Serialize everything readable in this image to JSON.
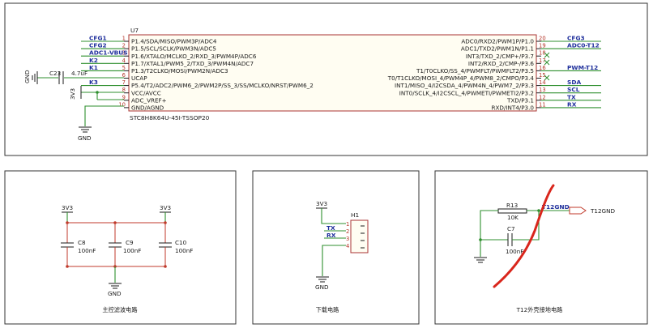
{
  "u7": {
    "ref": "U7",
    "part": "STC8H8K64U-45I-TSSOP20",
    "left_pins": [
      {
        "num": "1",
        "name": "P1.4/SDA/MISO/PWM3P/ADC4",
        "net": "CFG1"
      },
      {
        "num": "2",
        "name": "P1.5/SCL/SCLK/PWM3N/ADC5",
        "net": "CFG2"
      },
      {
        "num": "3",
        "name": "P1.6/XTALO/MCLKO_2/RXD_3/PWM4P/ADC6",
        "net": "ADC1-VBUS"
      },
      {
        "num": "4",
        "name": "P1.7/XTAL1/PWM5_2/TXD_3/PWM4N/ADC7",
        "net": "K2"
      },
      {
        "num": "5",
        "name": "P1.3/T2CLKO/MOSI/PWM2N/ADC3",
        "net": "K1"
      },
      {
        "num": "6",
        "name": "UCAP",
        "net": ""
      },
      {
        "num": "7",
        "name": "P5.4/T2/ADC2/PWM6_2/PWM2P/SS_3/SS/MCLKO/NRST/PWM6_2",
        "net": "K3"
      },
      {
        "num": "8",
        "name": "VCC/AVCC",
        "net": ""
      },
      {
        "num": "9",
        "name": "ADC_VREF+",
        "net": ""
      },
      {
        "num": "10",
        "name": "GND/AGND",
        "net": ""
      }
    ],
    "right_pins": [
      {
        "num": "20",
        "name": "ADC0/RXD2/PWM1P/P1.0",
        "net": "CFG3"
      },
      {
        "num": "19",
        "name": "ADC1/TXD2/PWM1N/P1.1",
        "net": "ADC0-T12"
      },
      {
        "num": "18",
        "name": "INT3/TXD_2/CMP+/P3.7",
        "net": ""
      },
      {
        "num": "17",
        "name": "INT2/RXD_2/CMP-/P3.6",
        "net": ""
      },
      {
        "num": "16",
        "name": "T1/T0CLKO/SS_4/PWMFLT/PWMFLT2/P3.5",
        "net": "PWM-T12"
      },
      {
        "num": "15",
        "name": "T0/T1CLKO/MOSI_4/PWM4P_4/PWM8_2/CMPO/P3.4",
        "net": ""
      },
      {
        "num": "14",
        "name": "INT1/MISO_4/I2CSDA_4/PWM4N_4/PWM7_2/P3.3",
        "net": "SDA"
      },
      {
        "num": "13",
        "name": "INT0/SCLK_4/I2CSCL_4/PWMETI/PWMETI2/P3.2",
        "net": "SCL"
      },
      {
        "num": "12",
        "name": "TXD/P3.1",
        "net": "TX"
      },
      {
        "num": "11",
        "name": "RXD/INT4/P3.0",
        "net": "RX"
      }
    ]
  },
  "top": {
    "c23_ref": "C23",
    "c23_val": "4.7uF",
    "gnd_left": "GND",
    "v33": "3V3",
    "gnd_bottom": "GND"
  },
  "panel1": {
    "title": "主控滤波电路",
    "v33_a": "3V3",
    "v33_b": "3V3",
    "caps": [
      {
        "ref": "C8",
        "val": "100nF"
      },
      {
        "ref": "C9",
        "val": "100nF"
      },
      {
        "ref": "C10",
        "val": "100nF"
      }
    ],
    "gnd": "GND"
  },
  "panel2": {
    "title": "下载电路",
    "v33": "3V3",
    "header_ref": "H1",
    "pins": [
      "1",
      "2",
      "3",
      "4"
    ],
    "nets": [
      "TX",
      "RX"
    ],
    "gnd": "GND"
  },
  "panel3": {
    "title": "T12外壳接地电路",
    "r_ref": "R13",
    "r_val": "10K",
    "c_ref": "C7",
    "c_val": "100nF",
    "net": "T12GND",
    "port": "T12GND"
  },
  "colors": {
    "wire": "#2f8f2f",
    "net": "#1f2f9c",
    "pin_num": "#b5362a",
    "annotation": "#d9261c"
  }
}
